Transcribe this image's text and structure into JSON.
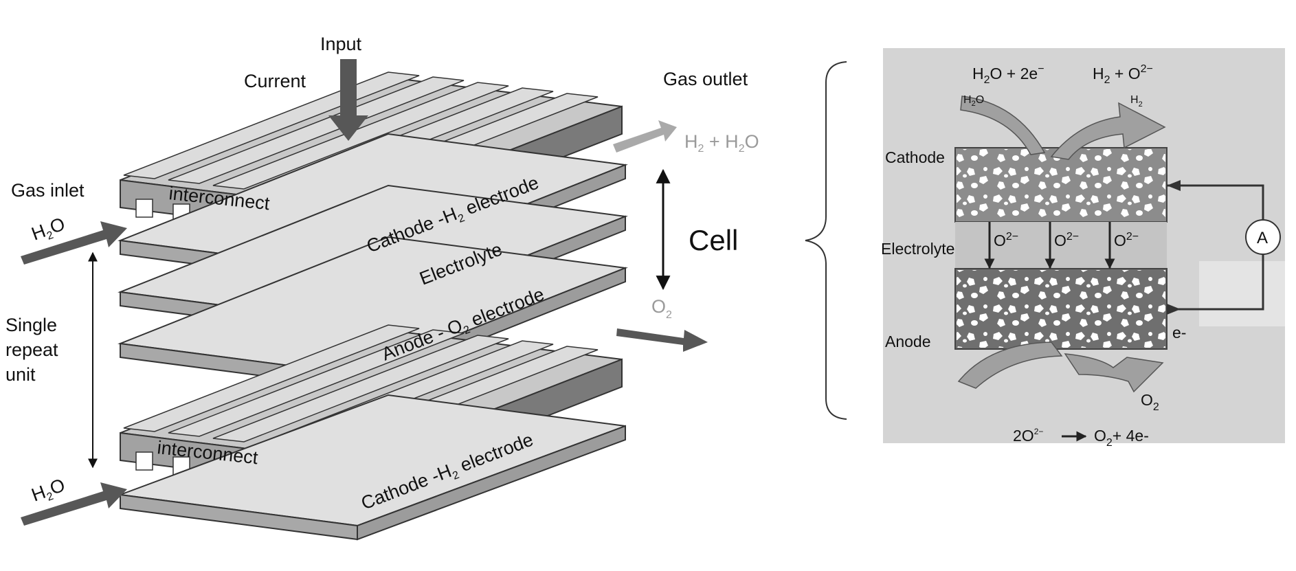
{
  "stack": {
    "input_label": "Input",
    "current_label": "Current",
    "gas_outlet_label": "Gas outlet",
    "gas_inlet_label": "Gas inlet",
    "outlet_h2": "H",
    "outlet_h2_sub": "2",
    "outlet_plus": " + H",
    "outlet_h2o_sub": "2",
    "outlet_o": "O",
    "inlet_h": "H",
    "inlet_sub": "2",
    "inlet_o": "O",
    "cell_label": "Cell",
    "o2_o": "O",
    "o2_sub": "2",
    "repeat_line1": "Single",
    "repeat_line2": "repeat",
    "repeat_line3": "unit",
    "interconnect_label": "interconnect",
    "cathode_pre": "Cathode -H",
    "cathode_sub": "2",
    "cathode_post": " electrode",
    "electrolyte_label": "Electrolyte",
    "anode_pre": "Anode - O",
    "anode_sub": "2",
    "anode_post": " electrode"
  },
  "cell_detail": {
    "reaction_top_left_pre": "H",
    "reaction_top_left_sub": "2",
    "reaction_top_left_post": "O + 2e",
    "reaction_top_left_sup": "−",
    "reaction_top_right_pre": "H",
    "reaction_top_right_sub": "2",
    "reaction_top_right_mid": " + O",
    "reaction_top_right_sup": "2−",
    "h2o_in_pre": "H",
    "h2o_in_sub": "2",
    "h2o_in_post": "O",
    "h2_out_pre": "H",
    "h2_out_sub": "2",
    "cathode_label": "Cathode",
    "electrolyte_label": "Electrolyte",
    "anode_label": "Anode",
    "ion_o": "O",
    "ion_sup": "2−",
    "ammeter": "A",
    "electron": "e-",
    "o2_out_pre": "O",
    "o2_out_sub": "2",
    "reaction_bottom_pre": "2O",
    "reaction_bottom_sup": "2−",
    "reaction_bottom_mid": "O",
    "reaction_bottom_sub": "2",
    "reaction_bottom_post": "+ 4e-"
  },
  "colors": {
    "panel_bg": "#d4d4d4",
    "plate_top": "#e0e0e0",
    "plate_side": "#a8a8a8",
    "interconnect_top": "#c8c8c8",
    "interconnect_dark": "#7a7a7a",
    "arrow_dark": "#575757",
    "arrow_light": "#a9a9a9",
    "electrode_fill": "#8c8c8c",
    "anode_fill": "#6f6f6f"
  }
}
